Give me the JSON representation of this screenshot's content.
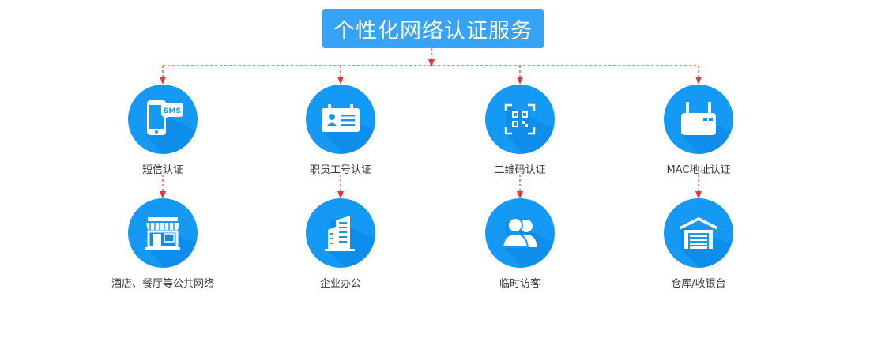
{
  "title": "个性化网络认证服务",
  "colors": {
    "accent": "#36a3f6",
    "circle": "#149af5",
    "connector": "#e8373b",
    "label": "#3b3b3b"
  },
  "top_row": [
    {
      "label": "短信认证",
      "icon": "sms-phone-icon",
      "icon_text": "SMS"
    },
    {
      "label": "职员工号认证",
      "icon": "employee-badge-icon"
    },
    {
      "label": "二维码认证",
      "icon": "qr-code-icon"
    },
    {
      "label": "MAC地址认证",
      "icon": "router-icon"
    }
  ],
  "bottom_row": [
    {
      "label": "酒店、餐厅等公共网络",
      "icon": "storefront-icon"
    },
    {
      "label": "企业办公",
      "icon": "office-building-icon"
    },
    {
      "label": "临时访客",
      "icon": "visitors-icon"
    },
    {
      "label": "仓库/收银台",
      "icon": "warehouse-icon"
    }
  ]
}
